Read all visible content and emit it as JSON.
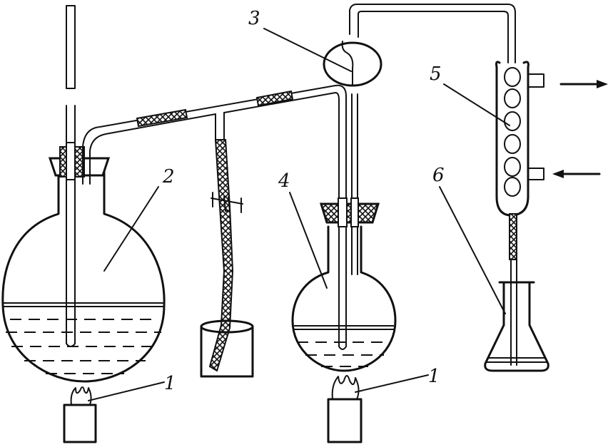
{
  "labels": {
    "burner_left": "1",
    "flask_large": "2",
    "trap_bulb": "3",
    "flask_small": "4",
    "condenser": "5",
    "receiver": "6",
    "burner_right": "1"
  },
  "colors": {
    "ink": "#111111",
    "background": "#ffffff",
    "rubber": "#c8c8c8"
  }
}
